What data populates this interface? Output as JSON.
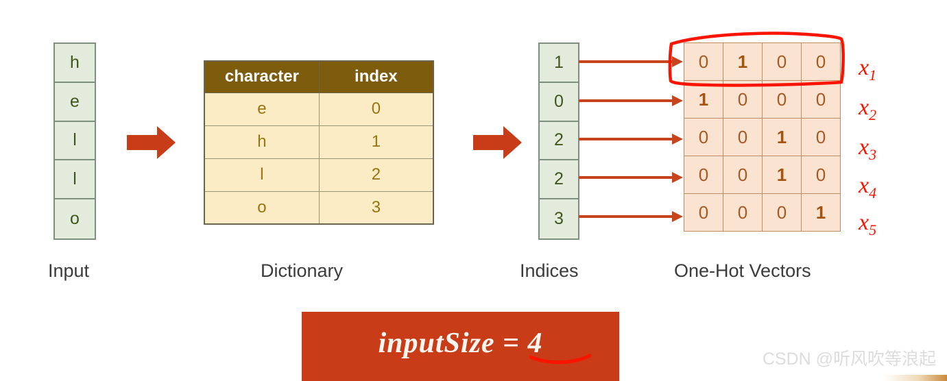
{
  "input": {
    "caption": "Input",
    "cells": [
      "h",
      "e",
      "l",
      "l",
      "o"
    ]
  },
  "dictionary": {
    "caption": "Dictionary",
    "headers": [
      "character",
      "index"
    ],
    "rows": [
      [
        "e",
        "0"
      ],
      [
        "h",
        "1"
      ],
      [
        "l",
        "2"
      ],
      [
        "o",
        "3"
      ]
    ]
  },
  "indices": {
    "caption": "Indices",
    "cells": [
      "1",
      "0",
      "2",
      "2",
      "3"
    ]
  },
  "onehot": {
    "caption": "One-Hot Vectors",
    "rows": [
      [
        "0",
        "1",
        "0",
        "0"
      ],
      [
        "1",
        "0",
        "0",
        "0"
      ],
      [
        "0",
        "0",
        "1",
        "0"
      ],
      [
        "0",
        "0",
        "1",
        "0"
      ],
      [
        "0",
        "0",
        "0",
        "1"
      ]
    ]
  },
  "annotations": {
    "row_labels": [
      "x",
      "x",
      "x",
      "x",
      "x"
    ],
    "row_subscripts": [
      "1",
      "2",
      "3",
      "4",
      "5"
    ]
  },
  "banner": {
    "text": "inputSize = 4"
  },
  "watermark": {
    "text": "CSDN @听风吹等浪起"
  },
  "colors": {
    "accent_orange": "#c83c17",
    "ink_red": "#fb1400",
    "green_cell": "#e3ecdc",
    "dict_header": "#7d5c0d",
    "dict_row": "#fcecc5",
    "onehot_cell": "#fbe3d2"
  }
}
